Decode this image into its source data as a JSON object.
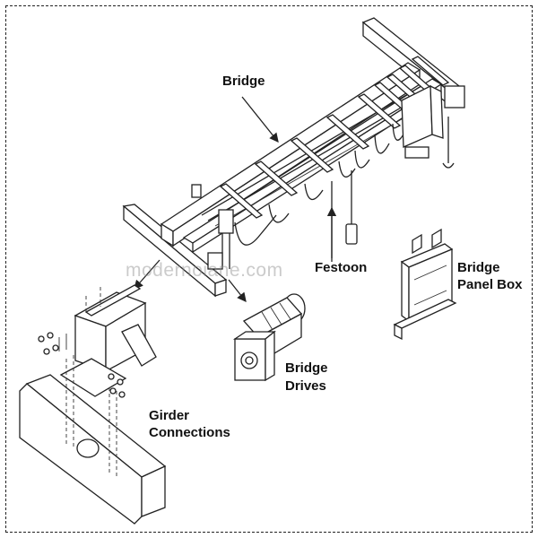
{
  "labels": {
    "bridge": "Bridge",
    "festoon": "Festoon",
    "panel_box_line1": "Bridge",
    "panel_box_line2": "Panel Box",
    "drives_line1": "Bridge",
    "drives_line2": "Drives",
    "girder_line1": "Girder",
    "girder_line2": "Connections"
  },
  "watermark": "modernoiane.com"
}
